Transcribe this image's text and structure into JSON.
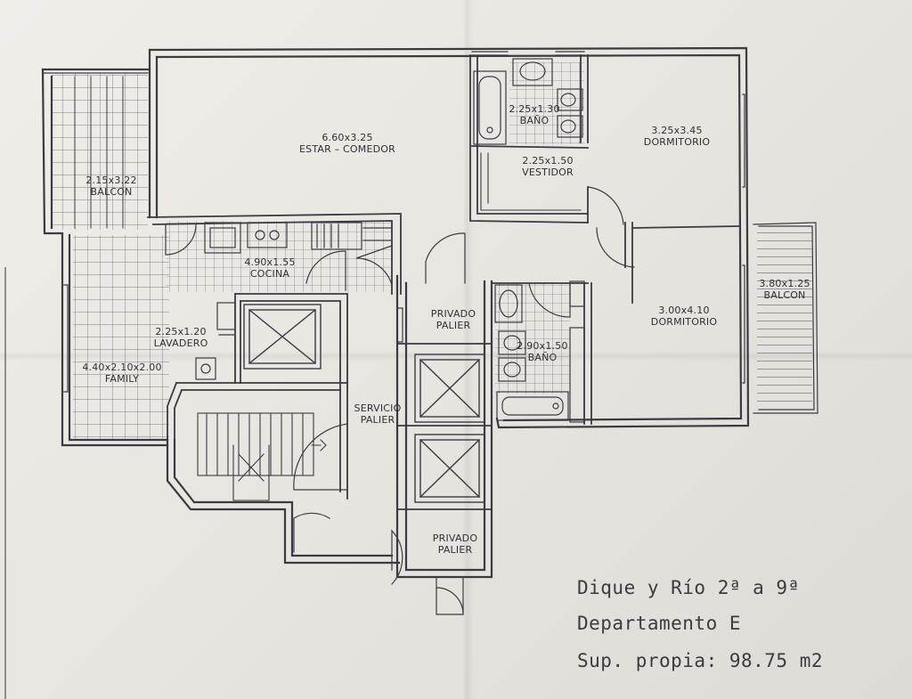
{
  "rooms": {
    "estar": {
      "dims": "6.60x3.25",
      "name": "ESTAR – COMEDOR"
    },
    "balcon_left": {
      "dims": "2.15x3.22",
      "name": "BALCON"
    },
    "cocina": {
      "dims": "4.90x1.55",
      "name": "COCINA"
    },
    "lavadero": {
      "dims": "2.25x1.20",
      "name": "LAVADERO"
    },
    "family": {
      "dims": "4.40x2.10x2.00",
      "name": "FAMILY"
    },
    "bano_top": {
      "dims": "2.25x1.30",
      "name": "BAÑO"
    },
    "vestidor": {
      "dims": "2.25x1.50",
      "name": "VESTIDOR"
    },
    "dormitorio_top": {
      "dims": "3.25x3.45",
      "name": "DORMITORIO"
    },
    "dormitorio_bottom": {
      "dims": "3.00x4.10",
      "name": "DORMITORIO"
    },
    "balcon_right": {
      "dims": "3.80x1.25",
      "name": "BALCON"
    },
    "bano_mid": {
      "dims": "2.90x1.50",
      "name": "BAÑO"
    },
    "privado_palier_top": {
      "line1": "PRIVADO",
      "line2": "PALIER"
    },
    "servicio_palier": {
      "line1": "SERVICIO",
      "line2": "PALIER"
    },
    "privado_palier_bottom": {
      "line1": "PRIVADO",
      "line2": "PALIER"
    }
  },
  "caption": {
    "line1": "Dique y Río 2ª a 9ª",
    "line2": "Departamento E",
    "line3": "Sup. propia: 98.75 m2"
  }
}
